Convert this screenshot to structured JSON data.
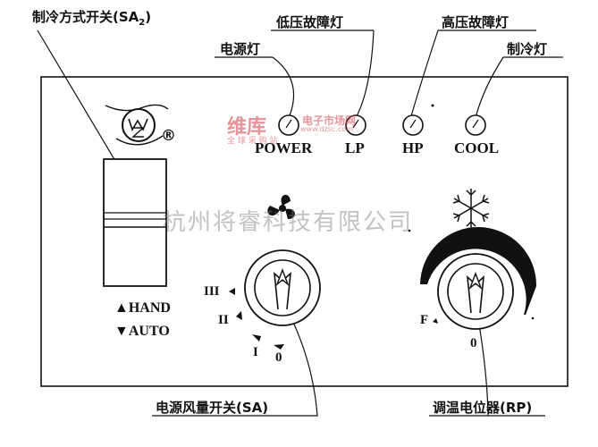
{
  "callouts": {
    "mode_switch": "制冷方式开关(SA",
    "mode_switch_sub": "2",
    "mode_switch_close": ")",
    "power_lamp": "电源灯",
    "lp_lamp": "低压故障灯",
    "hp_lamp": "高压故障灯",
    "cool_lamp": "制冷灯",
    "fan_switch": "电源风量开关(SA)",
    "thermostat": "调温电位器(RP)"
  },
  "lamps": [
    {
      "label": "POWER"
    },
    {
      "label": "LP"
    },
    {
      "label": "HP"
    },
    {
      "label": "COOL"
    }
  ],
  "mode": {
    "hand": "HAND",
    "auto": "AUTO",
    "hand_symbol": "▲",
    "auto_symbol": "▼"
  },
  "fan_knob_marks": {
    "III": "III",
    "II": "II",
    "I": "I",
    "zero": "0"
  },
  "thermo_marks": {
    "F": "F",
    "zero": "0"
  },
  "logo_symbol": "®",
  "watermark": {
    "company": "杭州将睿科技有限公司",
    "site_name": "电子市场网",
    "site_url": "www.dzsc.com",
    "site_tagline": "全 球 采 购 站",
    "site_logo": "维库"
  },
  "colors": {
    "line": "#111111",
    "watermark_red": "#d23c46",
    "watermark_gray": "#888888"
  }
}
